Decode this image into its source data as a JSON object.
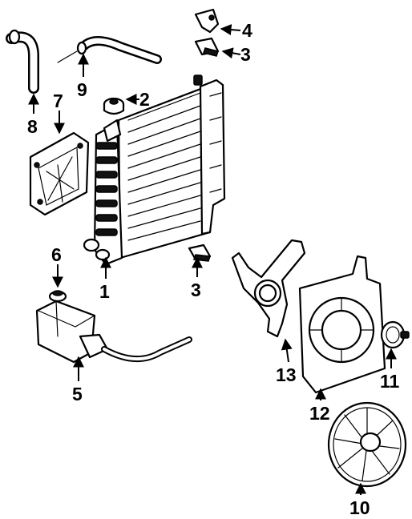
{
  "diagram": {
    "callouts": [
      {
        "id": "callout-1",
        "label": "1"
      },
      {
        "id": "callout-2",
        "label": "2"
      },
      {
        "id": "callout-3a",
        "label": "3"
      },
      {
        "id": "callout-3b",
        "label": "3"
      },
      {
        "id": "callout-4",
        "label": "4"
      },
      {
        "id": "callout-5",
        "label": "5"
      },
      {
        "id": "callout-6",
        "label": "6"
      },
      {
        "id": "callout-7",
        "label": "7"
      },
      {
        "id": "callout-8",
        "label": "8"
      },
      {
        "id": "callout-9",
        "label": "9"
      },
      {
        "id": "callout-10",
        "label": "10"
      },
      {
        "id": "callout-11",
        "label": "11"
      },
      {
        "id": "callout-12",
        "label": "12"
      },
      {
        "id": "callout-13",
        "label": "13"
      }
    ]
  }
}
